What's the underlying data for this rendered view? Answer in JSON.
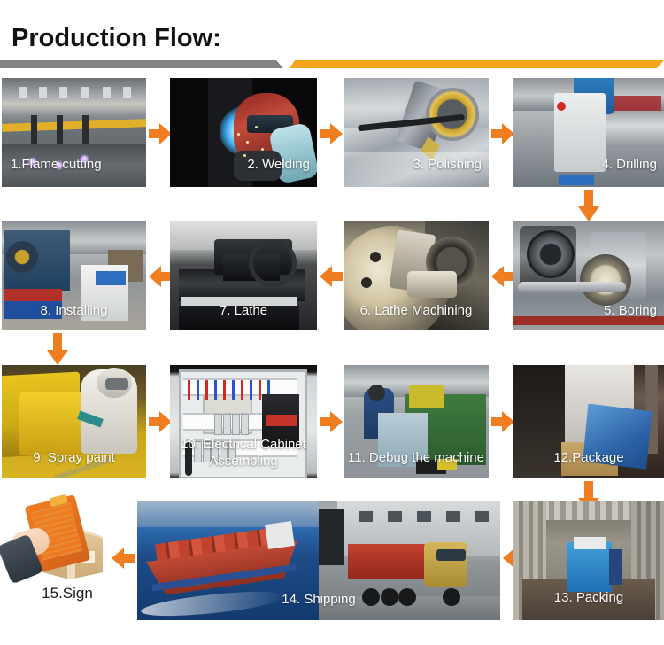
{
  "header": {
    "title": "Production Flow:",
    "bar_gray_color": "#808285",
    "bar_orange_color": "#f7a41d"
  },
  "theme": {
    "arrow_color": "#f07d20",
    "caption_color": "#ffffff",
    "caption_dark_color": "#1b1b1b",
    "background": "#ffffff"
  },
  "steps": [
    {
      "number": "1",
      "label": "1.Flame cutting",
      "icon": "flame-cutting-photo"
    },
    {
      "number": "2",
      "label": "2. Welding",
      "icon": "welding-photo"
    },
    {
      "number": "3",
      "label": "3. Polishing",
      "icon": "polishing-photo"
    },
    {
      "number": "4",
      "label": "4. Drilling",
      "icon": "drilling-photo"
    },
    {
      "number": "5",
      "label": "5. Boring",
      "icon": "boring-photo"
    },
    {
      "number": "6",
      "label": "6. Lathe Machining",
      "icon": "lathe-machining-photo"
    },
    {
      "number": "7",
      "label": "7. Lathe",
      "icon": "lathe-photo"
    },
    {
      "number": "8",
      "label": "8. Installing",
      "icon": "installing-photo"
    },
    {
      "number": "9",
      "label": "9. Spray paint",
      "icon": "spray-paint-photo"
    },
    {
      "number": "10",
      "label": "10. Electrical Cabinet\nAssembling",
      "icon": "electrical-cabinet-photo"
    },
    {
      "number": "11",
      "label": "11. Debug the machine",
      "icon": "debug-machine-photo"
    },
    {
      "number": "12",
      "label": "12.Package",
      "icon": "package-photo"
    },
    {
      "number": "13",
      "label": "13. Packing",
      "icon": "packing-photo"
    },
    {
      "number": "14",
      "label": "14. Shipping",
      "icon": "shipping-photo"
    },
    {
      "number": "15",
      "label": "15.Sign",
      "icon": "sign-clipboard-illustration"
    }
  ],
  "arrows": [
    {
      "name": "arrow-1-to-2",
      "direction": "right"
    },
    {
      "name": "arrow-2-to-3",
      "direction": "right"
    },
    {
      "name": "arrow-3-to-4",
      "direction": "right"
    },
    {
      "name": "arrow-4-to-5",
      "direction": "down"
    },
    {
      "name": "arrow-5-to-6",
      "direction": "left"
    },
    {
      "name": "arrow-6-to-7",
      "direction": "left"
    },
    {
      "name": "arrow-7-to-8",
      "direction": "left"
    },
    {
      "name": "arrow-8-to-9",
      "direction": "down"
    },
    {
      "name": "arrow-9-to-10",
      "direction": "right"
    },
    {
      "name": "arrow-10-to-11",
      "direction": "right"
    },
    {
      "name": "arrow-11-to-12",
      "direction": "right"
    },
    {
      "name": "arrow-12-to-13",
      "direction": "down"
    },
    {
      "name": "arrow-13-to-14",
      "direction": "left"
    },
    {
      "name": "arrow-14-to-15",
      "direction": "left"
    }
  ]
}
